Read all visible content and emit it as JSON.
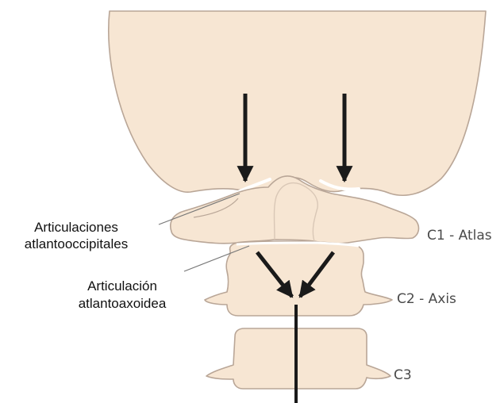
{
  "labels": {
    "atlanto_occipital": [
      "Articulaciones",
      "atlantooccipitales"
    ],
    "atlanto_axial": [
      "Articulación",
      "atlantoaxoidea"
    ],
    "c1": "C1 - Atlas",
    "c2": "C2 - Axis",
    "c3": "C3"
  },
  "colors": {
    "bone_fill": "#f7e6d3",
    "bone_stroke": "#b9a697",
    "arrow": "#1a1a1a",
    "leader": "#777777",
    "label_text": "#111111",
    "vertebra_text": "#4a4a4a"
  }
}
